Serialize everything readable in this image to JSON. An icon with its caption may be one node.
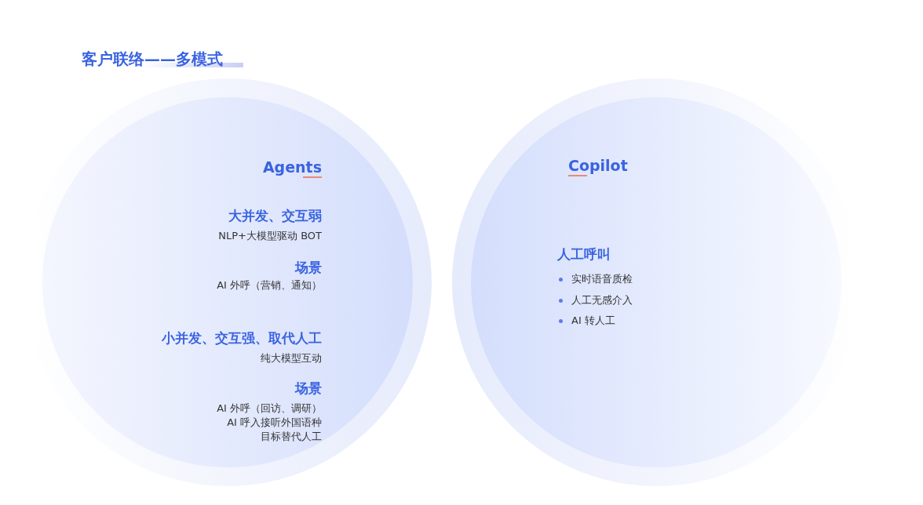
{
  "diagram": {
    "title": "客户联络——多模式",
    "nodes": [
      {
        "text": [
          "Agents",
          "大并发、交互弱",
          "NLP+大模型驱动 BOT",
          "场景",
          "AI 外呼（营销、通知）",
          "小并发、交互强、取代人工",
          "纯大模型互动",
          "场景",
          "AI 外呼（回访、调研）",
          "AI 呼入接听外国语种",
          "目标替代人工"
        ]
      },
      {
        "text": [
          "Copilot",
          "人工呼叫",
          "实时语音质检",
          "人工无感介入",
          "AI 转人工"
        ]
      }
    ],
    "edges": []
  }
}
